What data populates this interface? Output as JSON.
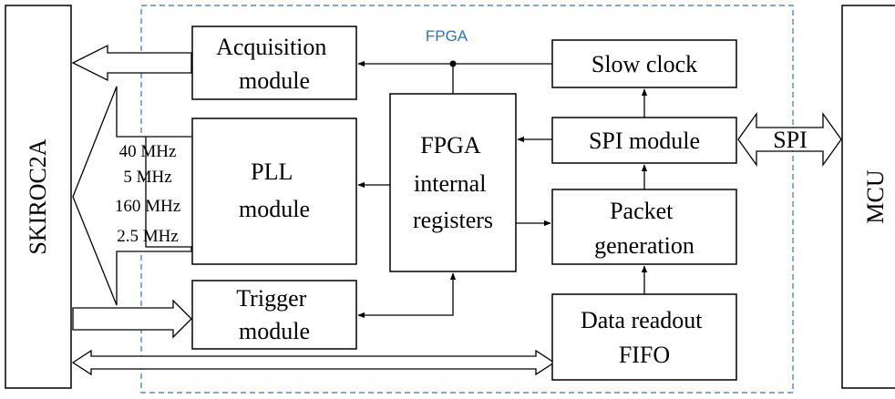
{
  "fpga_label": "FPGA",
  "blocks": {
    "skiroc": "SKIROC2A",
    "mcu": "MCU",
    "acquisition": [
      "Acquisition",
      "module"
    ],
    "pll": [
      "PLL",
      "module"
    ],
    "trigger": [
      "Trigger",
      "module"
    ],
    "registers": [
      "FPGA",
      "internal",
      "registers"
    ],
    "slow_clock": "Slow clock",
    "spi_module": "SPI module",
    "packet": [
      "Packet",
      "generation"
    ],
    "fifo": [
      "Data readout",
      "FIFO"
    ]
  },
  "pll_frequencies": [
    "40 MHz",
    "5 MHz",
    "160 MHz",
    "2.5 MHz"
  ],
  "spi_bus_label": "SPI",
  "colors": {
    "fpga_border": "#2e75b6",
    "fpga_label": "#2e75b6",
    "stroke": "#000000"
  }
}
